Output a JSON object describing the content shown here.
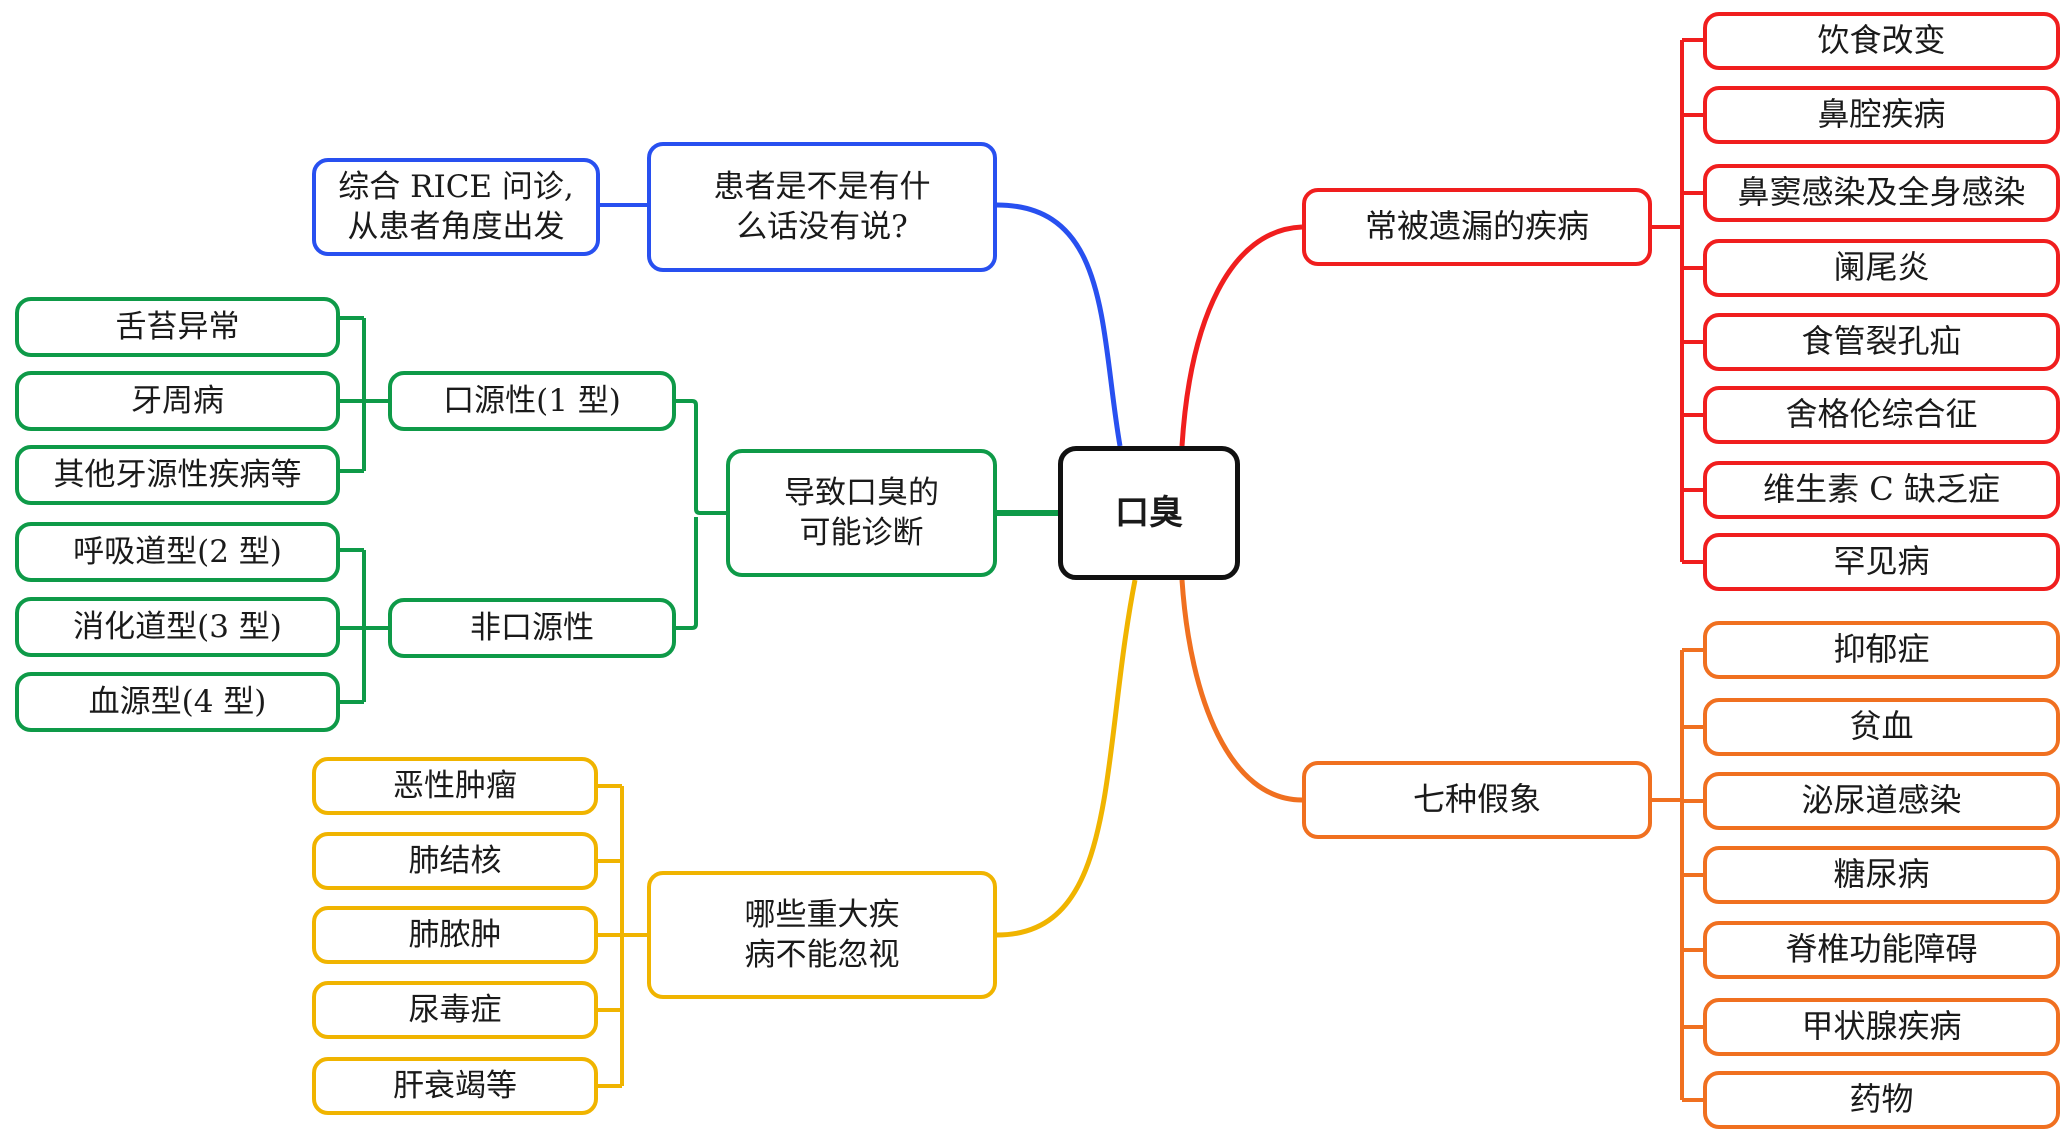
{
  "colors": {
    "root": "#111111",
    "blue": "#2850f0",
    "green": "#0e9a48",
    "yellow": "#f0b400",
    "red": "#f01e1e",
    "orange": "#f07020"
  },
  "root": {
    "label": "口臭"
  },
  "blue_branch": {
    "label": "患者是不是有什\n么话没有说?",
    "child": "综合 RICE 问诊,\n从患者角度出发"
  },
  "green_branch": {
    "label": "导致口臭的\n可能诊断",
    "oral": {
      "label": "口源性(1 型)",
      "children": [
        "舌苔异常",
        "牙周病",
        "其他牙源性疾病等"
      ]
    },
    "non_oral": {
      "label": "非口源性",
      "children": [
        "呼吸道型(2 型)",
        "消化道型(3 型)",
        "血源型(4 型)"
      ]
    }
  },
  "yellow_branch": {
    "label": "哪些重大疾\n病不能忽视",
    "children": [
      "恶性肿瘤",
      "肺结核",
      "肺脓肿",
      "尿毒症",
      "肝衰竭等"
    ]
  },
  "red_branch": {
    "label": "常被遗漏的疾病",
    "children": [
      "饮食改变",
      "鼻腔疾病",
      "鼻窦感染及全身感染",
      "阑尾炎",
      "食管裂孔疝",
      "舍格伦综合征",
      "维生素 C 缺乏症",
      "罕见病"
    ]
  },
  "orange_branch": {
    "label": "七种假象",
    "children": [
      "抑郁症",
      "贫血",
      "泌尿道感染",
      "糖尿病",
      "脊椎功能障碍",
      "甲状腺疾病",
      "药物"
    ]
  }
}
